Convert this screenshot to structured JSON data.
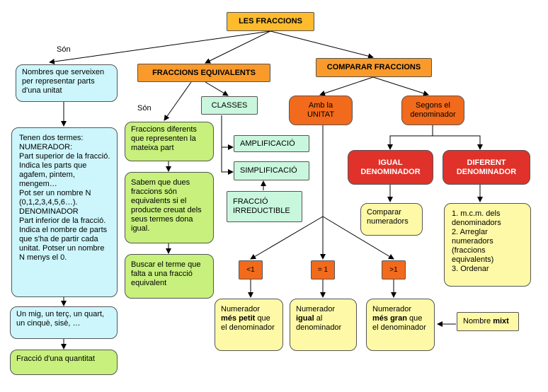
{
  "title": "LES FRACCIONS",
  "labels": {
    "son1": "Són",
    "son2": "Són"
  },
  "left": {
    "definition": "Nombres que serveixen per representar parts d'una unitat",
    "terms": "Tenen dos termes:\nNUMERADOR:\nPart superior de la fracció. Indica les parts que agafem, pintem, mengem…\nPot ser un nombre N (0,1,2,3,4,5,6…).\nDENOMINADOR\nPart inferior de la fracció. Indica el nombre de parts que s'ha de partir cada unitat. Potser un nombre N menys  el 0.",
    "examples": "Un mig, un terç, un quart, un cinquè, sisè, …",
    "quantity": "Fracció d'una quantitat"
  },
  "equivalents": {
    "header": "FRACCIONS EQUIVALENTS",
    "classes": "CLASSES",
    "definition": "Fraccions diferents que representen la mateixa part",
    "cross_product": "Sabem que dues fraccions són equivalents si el producte creuat dels seus termes dona igual.",
    "find_term": "Buscar el terme que falta a una fracció equivalent",
    "amplification": "AMPLIFICACIÓ",
    "simplification": "SIMPLIFICACIÓ",
    "irreducible": "FRACCIÓ IRREDUCTIBLE"
  },
  "compare": {
    "header": "COMPARAR FRACCIONS",
    "unit": "Amb la UNITAT",
    "by_denominator": "Segons el denominador",
    "same_den": "IGUAL DENOMINADOR",
    "diff_den": "DIFERENT DENOMINADOR",
    "compare_num": "Comparar numeradors",
    "diff_steps": "1. m.c.m. dels denominadors\n2. Arreglar numeradors (fraccions equivalents)\n3. Ordenar",
    "lt": "<1",
    "eq": "= 1",
    "gt": ">1",
    "num_pre": "Numerador",
    "lt_bold": "més petit",
    "lt_post": "que el denominador",
    "eq_bold": "igual",
    "eq_post": "al denominador",
    "gt_bold": "més gran",
    "gt_post": "que el denominador",
    "mixed_pre": "Nombre",
    "mixed_bold": "mixt"
  }
}
